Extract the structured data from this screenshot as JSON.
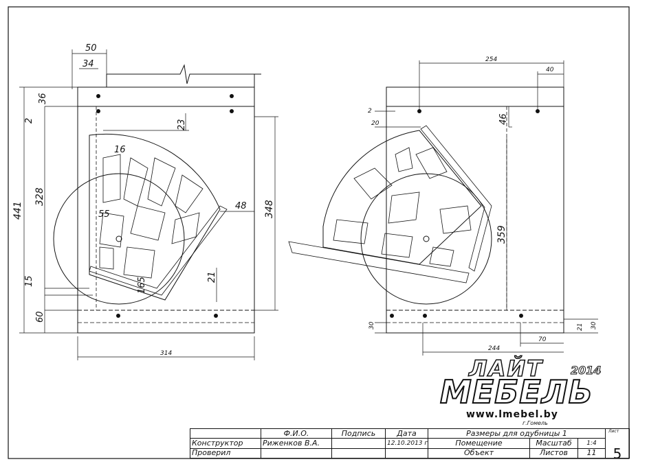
{
  "left_view": {
    "dims": [
      "50",
      "34",
      "36",
      "2",
      "441",
      "328",
      "15",
      "60",
      "23",
      "16",
      "55",
      "165",
      "48",
      "348",
      "21",
      "314"
    ]
  },
  "right_view": {
    "dims": [
      "254",
      "40",
      "2",
      "20",
      "46",
      "359",
      "30",
      "21",
      "30",
      "70",
      "244"
    ]
  },
  "logo": {
    "line1": "ЛАЙТ",
    "line2": "МЕБЕЛЬ",
    "year": "2014",
    "url": "www.lmebel.by",
    "city": "г.Гомель"
  },
  "title_block": {
    "h_name": "Ф.И.О.",
    "h_sign": "Подпись",
    "h_date": "Дата",
    "designer_role": "Конструктор",
    "designer_name": "Риженков В.А.",
    "date": "12.10.2013 г.",
    "checker_role": "Проверил",
    "title": "Размеры для одубницы 1",
    "room_label": "Помещение",
    "object_label": "Объект",
    "scale_label": "Масштаб",
    "scale_value": "1:4",
    "sheets_label": "Листов",
    "sheets_value": "11",
    "sheet_label": "Лист",
    "sheet_value": "5"
  }
}
